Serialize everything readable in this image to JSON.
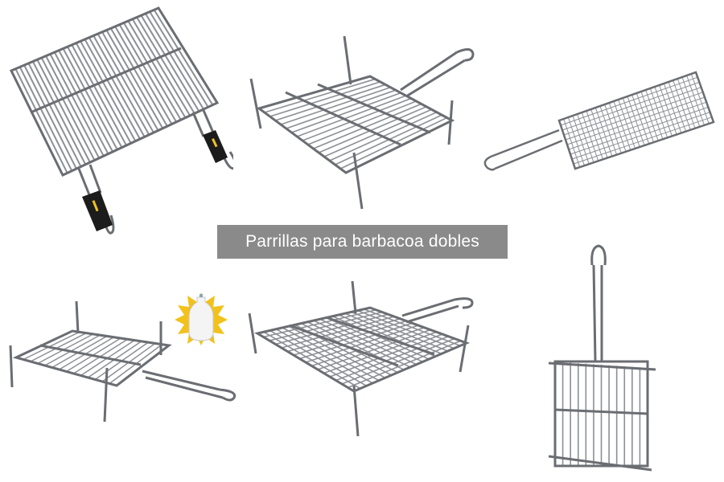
{
  "banner": {
    "text": "Parrillas para barbacoa dobles"
  },
  "colors": {
    "banner_bg": "#8a8a8a",
    "banner_text": "#ffffff",
    "wire": "#8c8f94",
    "wire_dark": "#5e6167",
    "handle_black": "#1c1c1c",
    "badge_yellow": "#f2c21b"
  },
  "products": [
    {
      "name": "double-grill-with-black-handles",
      "icon": "grill-icon"
    },
    {
      "name": "square-grill-with-legs",
      "icon": "grill-icon"
    },
    {
      "name": "fine-mesh-basket-grill",
      "icon": "grill-icon"
    },
    {
      "name": "double-grill-with-legs-and-long-handle",
      "icon": "grill-icon"
    },
    {
      "name": "square-wire-grill-with-legs",
      "icon": "grill-icon"
    },
    {
      "name": "vertical-basket-grill",
      "icon": "grill-icon"
    }
  ],
  "badge": {
    "icon": "bottle-sun-icon"
  }
}
